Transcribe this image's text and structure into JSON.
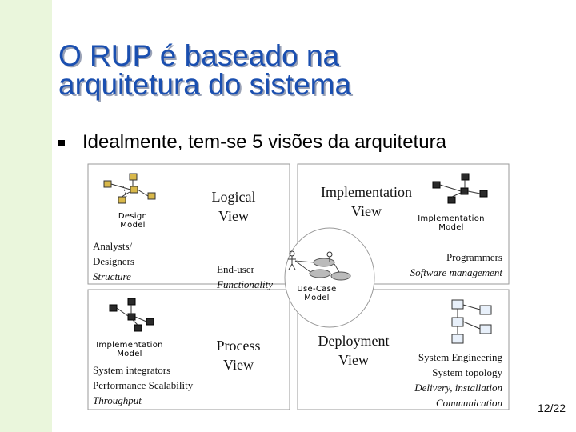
{
  "slide": {
    "title_line1": "O RUP é baseado na",
    "title_line2": "arquitetura do sistema",
    "bullet": "Idealmente, tem-se 5 visões da arquitetura",
    "page_number": "12/22",
    "colors": {
      "title": "#1a4fb0",
      "left_band": "#eaf6dc"
    }
  },
  "diagram": {
    "logical": {
      "title1": "Logical",
      "title2": "View",
      "model1": "Design",
      "model2": "Model",
      "actors": [
        "Analysts/",
        "Designers"
      ],
      "concern": "Structure"
    },
    "implementation": {
      "title1": "Implementation",
      "title2": "View",
      "model1": "Implementation",
      "model2": "Model",
      "actors": "Programmers",
      "concern": "Software management"
    },
    "process": {
      "title1": "Process",
      "title2": "View",
      "model1": "Implementation",
      "model2": "Model",
      "actors": "System integrators",
      "concerns": [
        "Performance Scalability",
        "Throughput"
      ]
    },
    "deployment": {
      "title1": "Deployment",
      "title2": "View",
      "actors": "System Engineering",
      "concerns": [
        "System topology",
        "Delivery, installation",
        "Communication"
      ]
    },
    "usecase": {
      "actors": "End-user",
      "concern": "Functionality",
      "model1": "Use-Case",
      "model2": "Model"
    }
  }
}
